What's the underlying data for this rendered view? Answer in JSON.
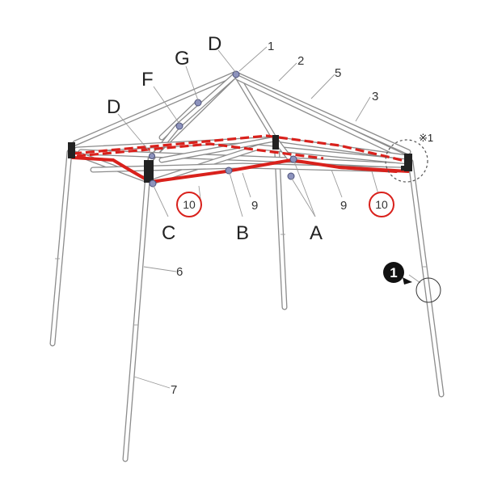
{
  "labels": {
    "A": "A",
    "B": "B",
    "C": "C",
    "D_top": "D",
    "D_side": "D",
    "F": "F",
    "G": "G",
    "n1": "1",
    "n2": "2",
    "n3": "3",
    "n5": "5",
    "n6": "6",
    "n7": "7",
    "n9_left": "9",
    "n9_right": "9",
    "n10_left": "10",
    "n10_right": "10",
    "ref_note": "※1",
    "badge": "1"
  },
  "colors": {
    "frame": "#8c8c8c",
    "highlight": "#d9211c",
    "joint": "#8d93bd",
    "bracket": "#222222"
  }
}
